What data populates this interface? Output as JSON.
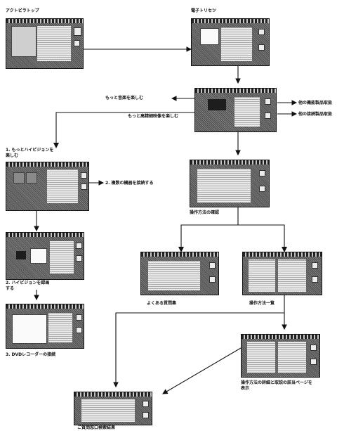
{
  "screens": {
    "top": {
      "label": "アクトビラトップ"
    },
    "trial": {
      "label": "電子トリセツ"
    },
    "menu": {
      "enjoy_sound": "もっと音楽を楽しむ",
      "enjoy_hd": "もっと高精細映像を楽しむ",
      "other_manual_1": "他の機能製品取扱",
      "other_manual_2": "他の接続製品取扱"
    },
    "hivision": {
      "label": "1. もっとハイビジョンを楽しむ"
    },
    "connect_multiple": {
      "label": "2. 複数の機器を接続する"
    },
    "record_hivision": {
      "label": "2. ハイビジョンを録画する"
    },
    "dvd": {
      "label": "3. DVDレコーダーの接続"
    },
    "operation_check": {
      "label": "操作方法の確認"
    },
    "faq": {
      "label": "よくある質問集"
    },
    "operation_list": {
      "label": "操作方法一覧"
    },
    "operation_detail": {
      "label": "操作方法の詳細と取説の該当ページを表示"
    },
    "search_result": {
      "label": "ご質問窓口検索結果"
    }
  }
}
